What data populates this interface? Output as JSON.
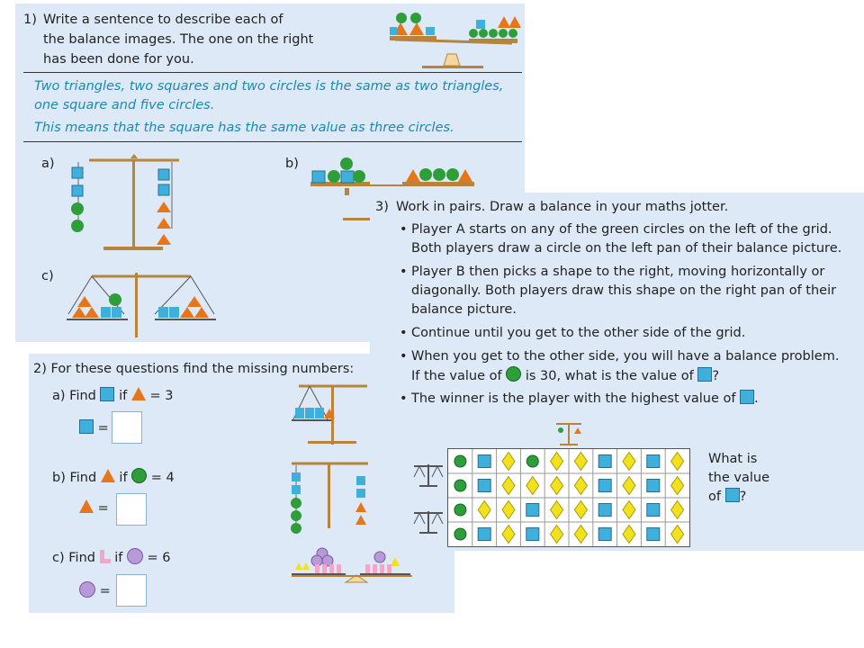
{
  "q1": {
    "number": "1)",
    "lines": [
      "Write a sentence to describe each of",
      "the balance images. The one on the right",
      "has been done for you."
    ],
    "example_lines": [
      "Two triangles, two squares and two circles is the same as two triangles,",
      "one square and five circles.",
      "This means that the square has the same value as three circles."
    ],
    "parts": {
      "a": "a)",
      "b": "b)",
      "c": "c)"
    }
  },
  "q2": {
    "title": "2) For these questions find the missing numbers:",
    "a": {
      "label": "a)",
      "find": "Find",
      "if": "if",
      "eq": "= 3",
      "ans_eq": "="
    },
    "b": {
      "label": "b)",
      "find": "Find",
      "if": "if",
      "eq": "= 4",
      "ans_eq": "="
    },
    "c": {
      "label": "c)",
      "find": "Find",
      "if": "if",
      "eq": "= 6",
      "ans_eq": "="
    }
  },
  "q3": {
    "number": "3)",
    "intro": "Work in pairs. Draw a balance in your maths jotter.",
    "bullets": [
      [
        "Player A starts on any of the green circles on the left of the grid.",
        "Both players draw a circle on the left pan of their balance picture."
      ],
      [
        "Player B then picks a shape to the right, moving horizontally or",
        "diagonally. Both players draw this shape on the right pan of their",
        "balance picture."
      ],
      [
        "Continue until you get to the other side of the grid."
      ],
      [
        "When you get to the other side, you will have a balance problem.",
        "If the value of",
        "is 30, what is the value of",
        "?"
      ],
      [
        "The winner is the player with the highest value of",
        "."
      ]
    ],
    "side": [
      "What is",
      "the value",
      "of",
      "?"
    ],
    "grid": [
      [
        "circle",
        "square",
        "diamond",
        "circle",
        "diamond",
        "diamond",
        "square",
        "diamond",
        "square",
        "diamond"
      ],
      [
        "circle",
        "square",
        "diamond",
        "diamond",
        "diamond",
        "diamond",
        "square",
        "diamond",
        "square",
        "diamond"
      ],
      [
        "circle",
        "diamond",
        "diamond",
        "square",
        "diamond",
        "diamond",
        "square",
        "diamond",
        "square",
        "diamond"
      ],
      [
        "circle",
        "square",
        "diamond",
        "square",
        "diamond",
        "diamond",
        "square",
        "diamond",
        "square",
        "diamond"
      ]
    ]
  },
  "colors": {
    "card": "#dde9f6",
    "teal": "#1a8ab0",
    "square": "#3fb0dc",
    "circle": "#2e9e3a",
    "triangle": "#e7761b",
    "diamond": "#f2e21c",
    "balance": "#b8843c"
  }
}
